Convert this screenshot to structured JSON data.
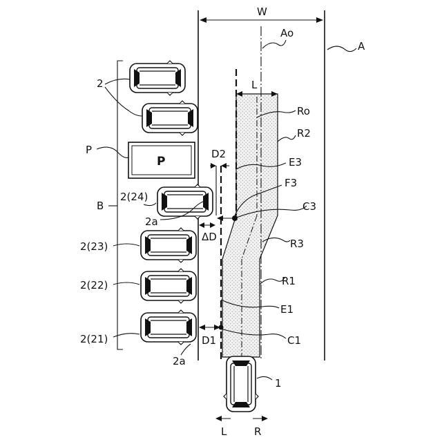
{
  "labels": {
    "W": "W",
    "Ao": "Ao",
    "A": "A",
    "L_top": "L",
    "Ro": "Ro",
    "R2": "R2",
    "D2": "D2",
    "E3": "E3",
    "F3": "F3",
    "C3": "C3",
    "P_label": "P",
    "P_sign": "P",
    "car2": "2",
    "car24": "2(24)",
    "B": "B",
    "a2_upper": "2a",
    "dD": "ΔD",
    "car23": "2(23)",
    "R3": "R3",
    "car22": "2(22)",
    "R1": "R1",
    "E1": "E1",
    "car21": "2(21)",
    "D1": "D1",
    "C1": "C1",
    "a2_lower": "2a",
    "vehicle1": "1",
    "L_bottom": "L",
    "R_bottom": "R"
  },
  "colors": {
    "ink": "#111111",
    "stipple": "#8a8a8a",
    "region_fill": "#f1f1f1"
  }
}
